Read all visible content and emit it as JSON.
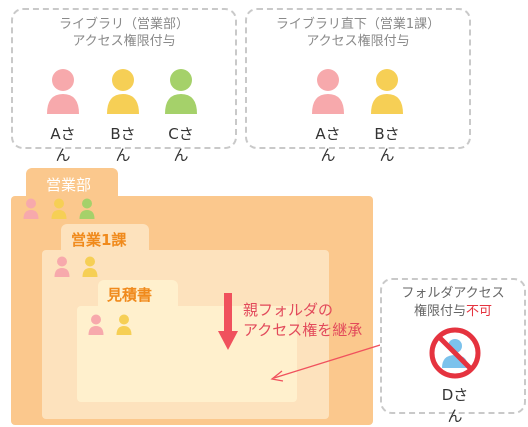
{
  "colors": {
    "pink": "#f7a9ac",
    "yellow": "#f6cf55",
    "green": "#a5d16a",
    "blue": "#7cc2ec",
    "folder_outer": "#fbc88d",
    "folder_mid": "#fde2bd",
    "folder_inner": "#fff0cd",
    "arrow_red": "#f0515d",
    "forbid_red": "#e5333f",
    "label_orange": "#f08a1c"
  },
  "card_library": {
    "title_line1": "ライブラリ（営業部）",
    "title_line2": "アクセス権限付与",
    "people": [
      {
        "label": "Aさん",
        "color": "pink",
        "icon": "person-icon"
      },
      {
        "label": "Bさん",
        "color": "yellow",
        "icon": "person-icon"
      },
      {
        "label": "Cさん",
        "color": "green",
        "icon": "person-icon"
      }
    ]
  },
  "card_direct": {
    "title_line1": "ライブラリ直下（営業1課）",
    "title_line2": "アクセス権限付与",
    "people": [
      {
        "label": "Aさん",
        "color": "pink",
        "icon": "person-icon"
      },
      {
        "label": "Bさん",
        "color": "yellow",
        "icon": "person-icon"
      }
    ]
  },
  "folders": {
    "outer": {
      "label": "営業部",
      "members": [
        "pink",
        "yellow",
        "green"
      ]
    },
    "mid": {
      "label": "営業1課",
      "members": [
        "pink",
        "yellow"
      ]
    },
    "inner": {
      "label": "見積書",
      "members": [
        "pink",
        "yellow"
      ]
    }
  },
  "inherit_note": {
    "line1": "親フォルダの",
    "line2": "アクセス権を継承"
  },
  "card_denied": {
    "title_line1": "フォルダアクセス",
    "title_line2_prefix": "権限付与",
    "title_line2_emph": "不可",
    "person_label": "Dさん"
  }
}
